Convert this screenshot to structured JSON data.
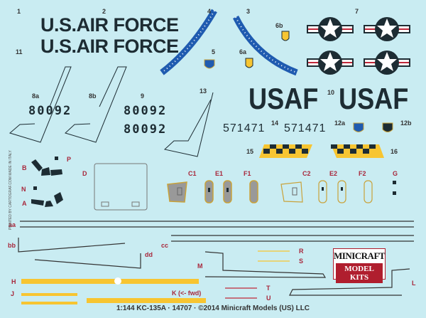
{
  "decal_numbers": {
    "n1": "1",
    "n2": "2",
    "n3": "3",
    "n4": "4",
    "n5": "5",
    "n6a": "6a",
    "n6b": "6b",
    "n7": "7",
    "n8a": "8a",
    "n8b": "8b",
    "n9": "9",
    "n10": "10",
    "n11": "11",
    "n12a": "12a",
    "n12b": "12b",
    "n13": "13",
    "n14": "14",
    "n15": "15",
    "n16": "16"
  },
  "markings": {
    "air_force": "U.S.AIR FORCE",
    "serial": "80092",
    "usaf": "USAF",
    "tail_number": "571471"
  },
  "letter_labels": {
    "P": "P",
    "B": "B",
    "D": "D",
    "N": "N",
    "A": "A",
    "C1": "C1",
    "E1": "E1",
    "F1": "F1",
    "C2": "C2",
    "E2": "E2",
    "F2": "F2",
    "G": "G",
    "aa": "aa",
    "bb": "bb",
    "cc": "cc",
    "dd": "dd",
    "M": "M",
    "R": "R",
    "S": "S",
    "H": "H",
    "J": "J",
    "K": "K (<- fwd)",
    "L": "L",
    "T": "T",
    "U": "U"
  },
  "logo": {
    "line1": "MINICRAFT",
    "line2": "MODEL KITS"
  },
  "printed_by": "PRINTED BY CARTOGRAF.COM   MADE IN ITALY",
  "footer": "1:144 KC-135A · 14707 · ©2014 Minicraft Models (US) LLC",
  "colors": {
    "background": "#c9ecf2",
    "dark": "#1d2c33",
    "label_red": "#a8283c",
    "yellow": "#f7c531",
    "blue": "#1f5bb0",
    "roundel_red": "#c0283a"
  }
}
